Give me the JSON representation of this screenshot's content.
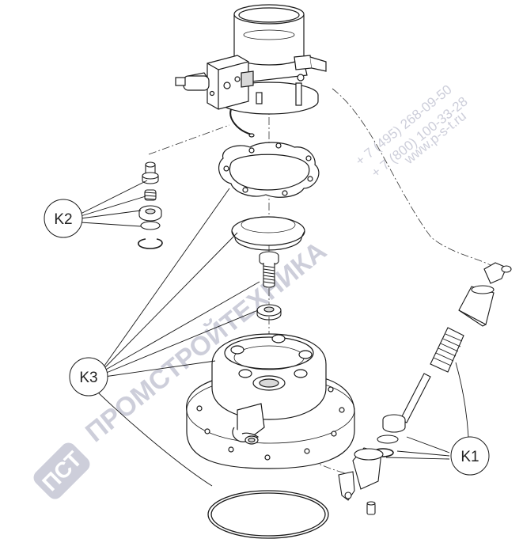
{
  "callouts": {
    "k1": "K1",
    "k2": "K2",
    "k3": "K3"
  },
  "watermark": {
    "logo_text": "ПСТ",
    "company": "ПРОМСТРОЙТЕХНИКА",
    "phone1": "+ 7 (495) 268-09-50",
    "phone2": "+ 7 (800) 100-33-28",
    "website": "www.p-s-t.ru",
    "color": "#c4c6d4"
  },
  "colors": {
    "line": "#1a1a1a",
    "fill": "#ffffff",
    "shade": "#d9d9d9"
  }
}
